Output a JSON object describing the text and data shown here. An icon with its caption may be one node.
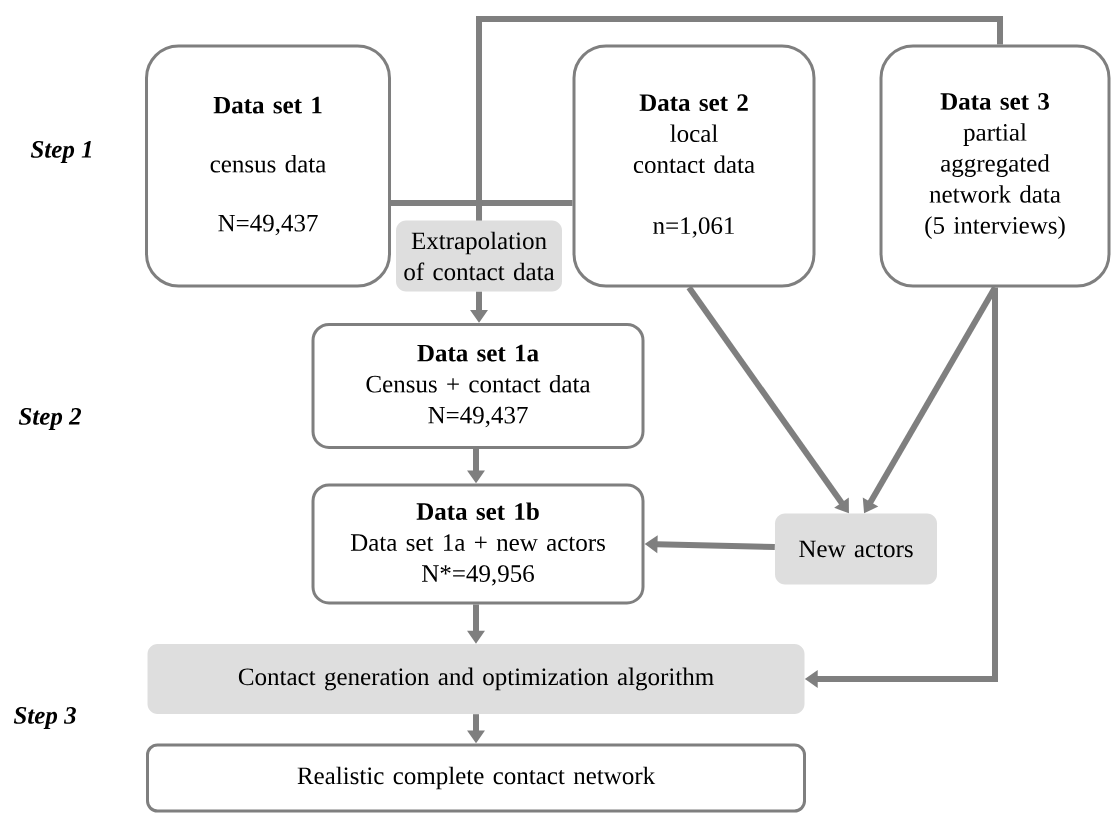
{
  "diagram": {
    "nodes": [
      {
        "text": [
          "Data set 1",
          "census data",
          "N=49,437"
        ]
      },
      {
        "text": [
          "Data set 2",
          "local contact data",
          "n=1,061"
        ]
      },
      {
        "text": [
          "Data set 3",
          "partial aggregated network data (5 interviews)"
        ]
      },
      {
        "text": [
          "Extrapolation of contact data"
        ]
      },
      {
        "text": [
          "Data set 1a",
          "Census + contact data",
          "N=49,437"
        ]
      },
      {
        "text": [
          "Data set 1b",
          "Data set 1a + new actors",
          "N*=49,956"
        ]
      },
      {
        "text": [
          "New actors"
        ]
      },
      {
        "text": [
          "Contact generation and optimization algorithm"
        ]
      },
      {
        "text": [
          "Realistic complete contact network"
        ]
      }
    ],
    "edges": [
      {
        "from": 0,
        "to": 3,
        "arrow": "none"
      },
      {
        "from": 1,
        "to": 3,
        "arrow": "none"
      },
      {
        "from": 2,
        "to": 3,
        "arrow": "none"
      },
      {
        "from": 3,
        "to": 4,
        "arrow": "to"
      },
      {
        "from": 4,
        "to": 5,
        "arrow": "to"
      },
      {
        "from": 1,
        "to": 6,
        "arrow": "to"
      },
      {
        "from": 2,
        "to": 6,
        "arrow": "to"
      },
      {
        "from": 6,
        "to": 5,
        "arrow": "to"
      },
      {
        "from": 5,
        "to": 7,
        "arrow": "to"
      },
      {
        "from": 2,
        "to": 7,
        "arrow": "to"
      },
      {
        "from": 7,
        "to": 8,
        "arrow": "to"
      }
    ],
    "labels": [
      "Step 1",
      "Step 2",
      "Step 3"
    ]
  }
}
